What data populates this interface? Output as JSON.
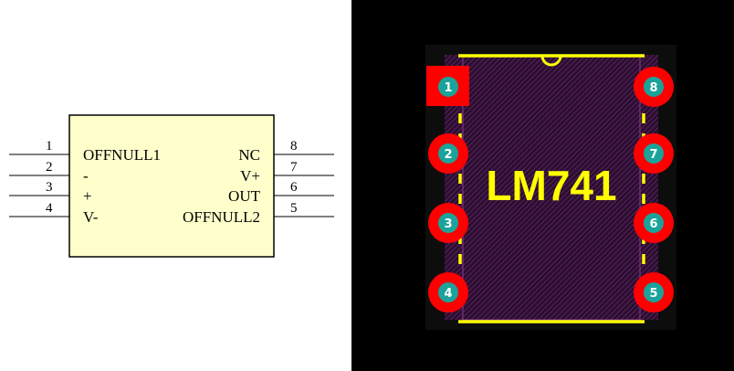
{
  "schematic": {
    "body_fill": "#ffffcc",
    "line_color": "#000000",
    "left_pins": [
      {
        "number": "1",
        "name": "OFFNULL1"
      },
      {
        "number": "2",
        "name": "-"
      },
      {
        "number": "3",
        "name": "+"
      },
      {
        "number": "4",
        "name": "V-"
      }
    ],
    "right_pins": [
      {
        "number": "8",
        "name": "NC"
      },
      {
        "number": "7",
        "name": "V+"
      },
      {
        "number": "6",
        "name": "OUT"
      },
      {
        "number": "5",
        "name": "OFFNULL2"
      }
    ]
  },
  "pcb": {
    "background": "#000000",
    "board_color": "#2a0f2e",
    "hatch_color": "#7a2a82",
    "silkscreen_color": "#ffff00",
    "pad_color": "#ff0000",
    "drill_color": "#1aa39a",
    "label": "LM741",
    "left_pads": [
      "1",
      "2",
      "3",
      "4"
    ],
    "right_pads": [
      "8",
      "7",
      "6",
      "5"
    ]
  }
}
